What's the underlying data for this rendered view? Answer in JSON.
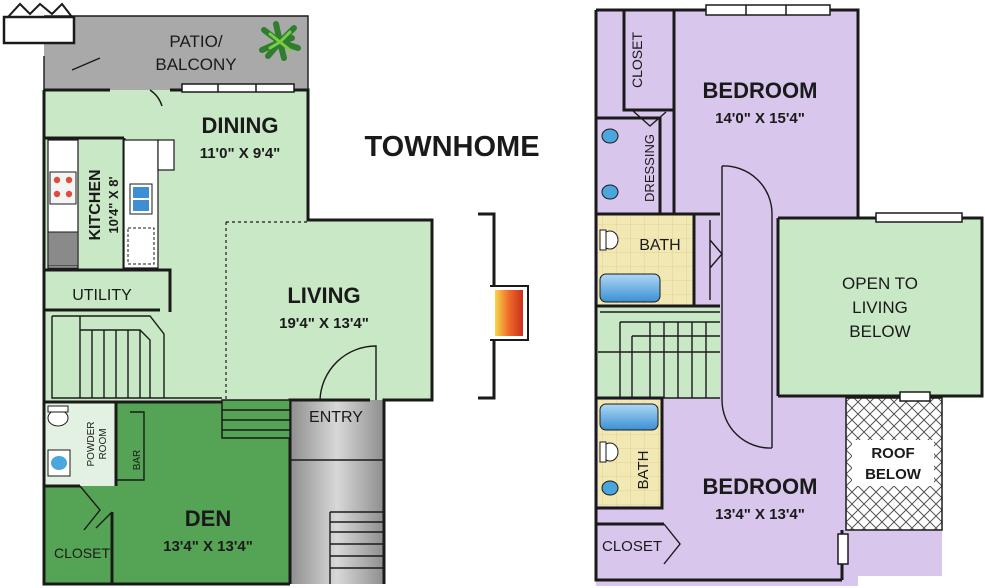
{
  "title": "TOWNHOME",
  "colors": {
    "first_floor": "#c9e8c6",
    "den": "#55a455",
    "upper_floor": "#d8c6ec",
    "bath_tile": "#f2e8b4",
    "patio": "#a9a9a9",
    "walls": "#1a1a1a",
    "fireplace": "#e0492a"
  },
  "first_floor": {
    "patio": {
      "line1": "PATIO/",
      "line2": "BALCONY"
    },
    "dining": {
      "name": "DINING",
      "size": "11'0\" X 9'4\""
    },
    "kitchen": {
      "name": "KITCHEN",
      "size": "10'4\" X 8'"
    },
    "living": {
      "name": "LIVING",
      "size": "19'4\" X 13'4\""
    },
    "utility": "UTILITY",
    "entry": "ENTRY",
    "powder_room": {
      "line1": "POWDER",
      "line2": "ROOM"
    },
    "bar": "BAR",
    "den": {
      "name": "DEN",
      "size": "13'4\" X 13'4\""
    },
    "closet": "CLOSET"
  },
  "second_floor": {
    "closet_top": "CLOSET",
    "bedroom1": {
      "name": "BEDROOM",
      "size": "14'0\" X 15'4\""
    },
    "dressing": "DRESSING",
    "bath1": "BATH",
    "open_to_living": {
      "line1": "OPEN TO",
      "line2": "LIVING",
      "line3": "BELOW"
    },
    "roof_below": {
      "line1": "ROOF",
      "line2": "BELOW"
    },
    "bath2": "BATH",
    "bedroom2": {
      "name": "BEDROOM",
      "size": "13'4\" X 13'4\""
    },
    "closet_bottom": "CLOSET"
  },
  "icons": [
    "plant-icon",
    "fireplace-icon",
    "toilet-icon",
    "bathtub-icon",
    "sink-icon",
    "stove-icon",
    "stairs-icon",
    "door-swing-icon",
    "window-icon"
  ]
}
